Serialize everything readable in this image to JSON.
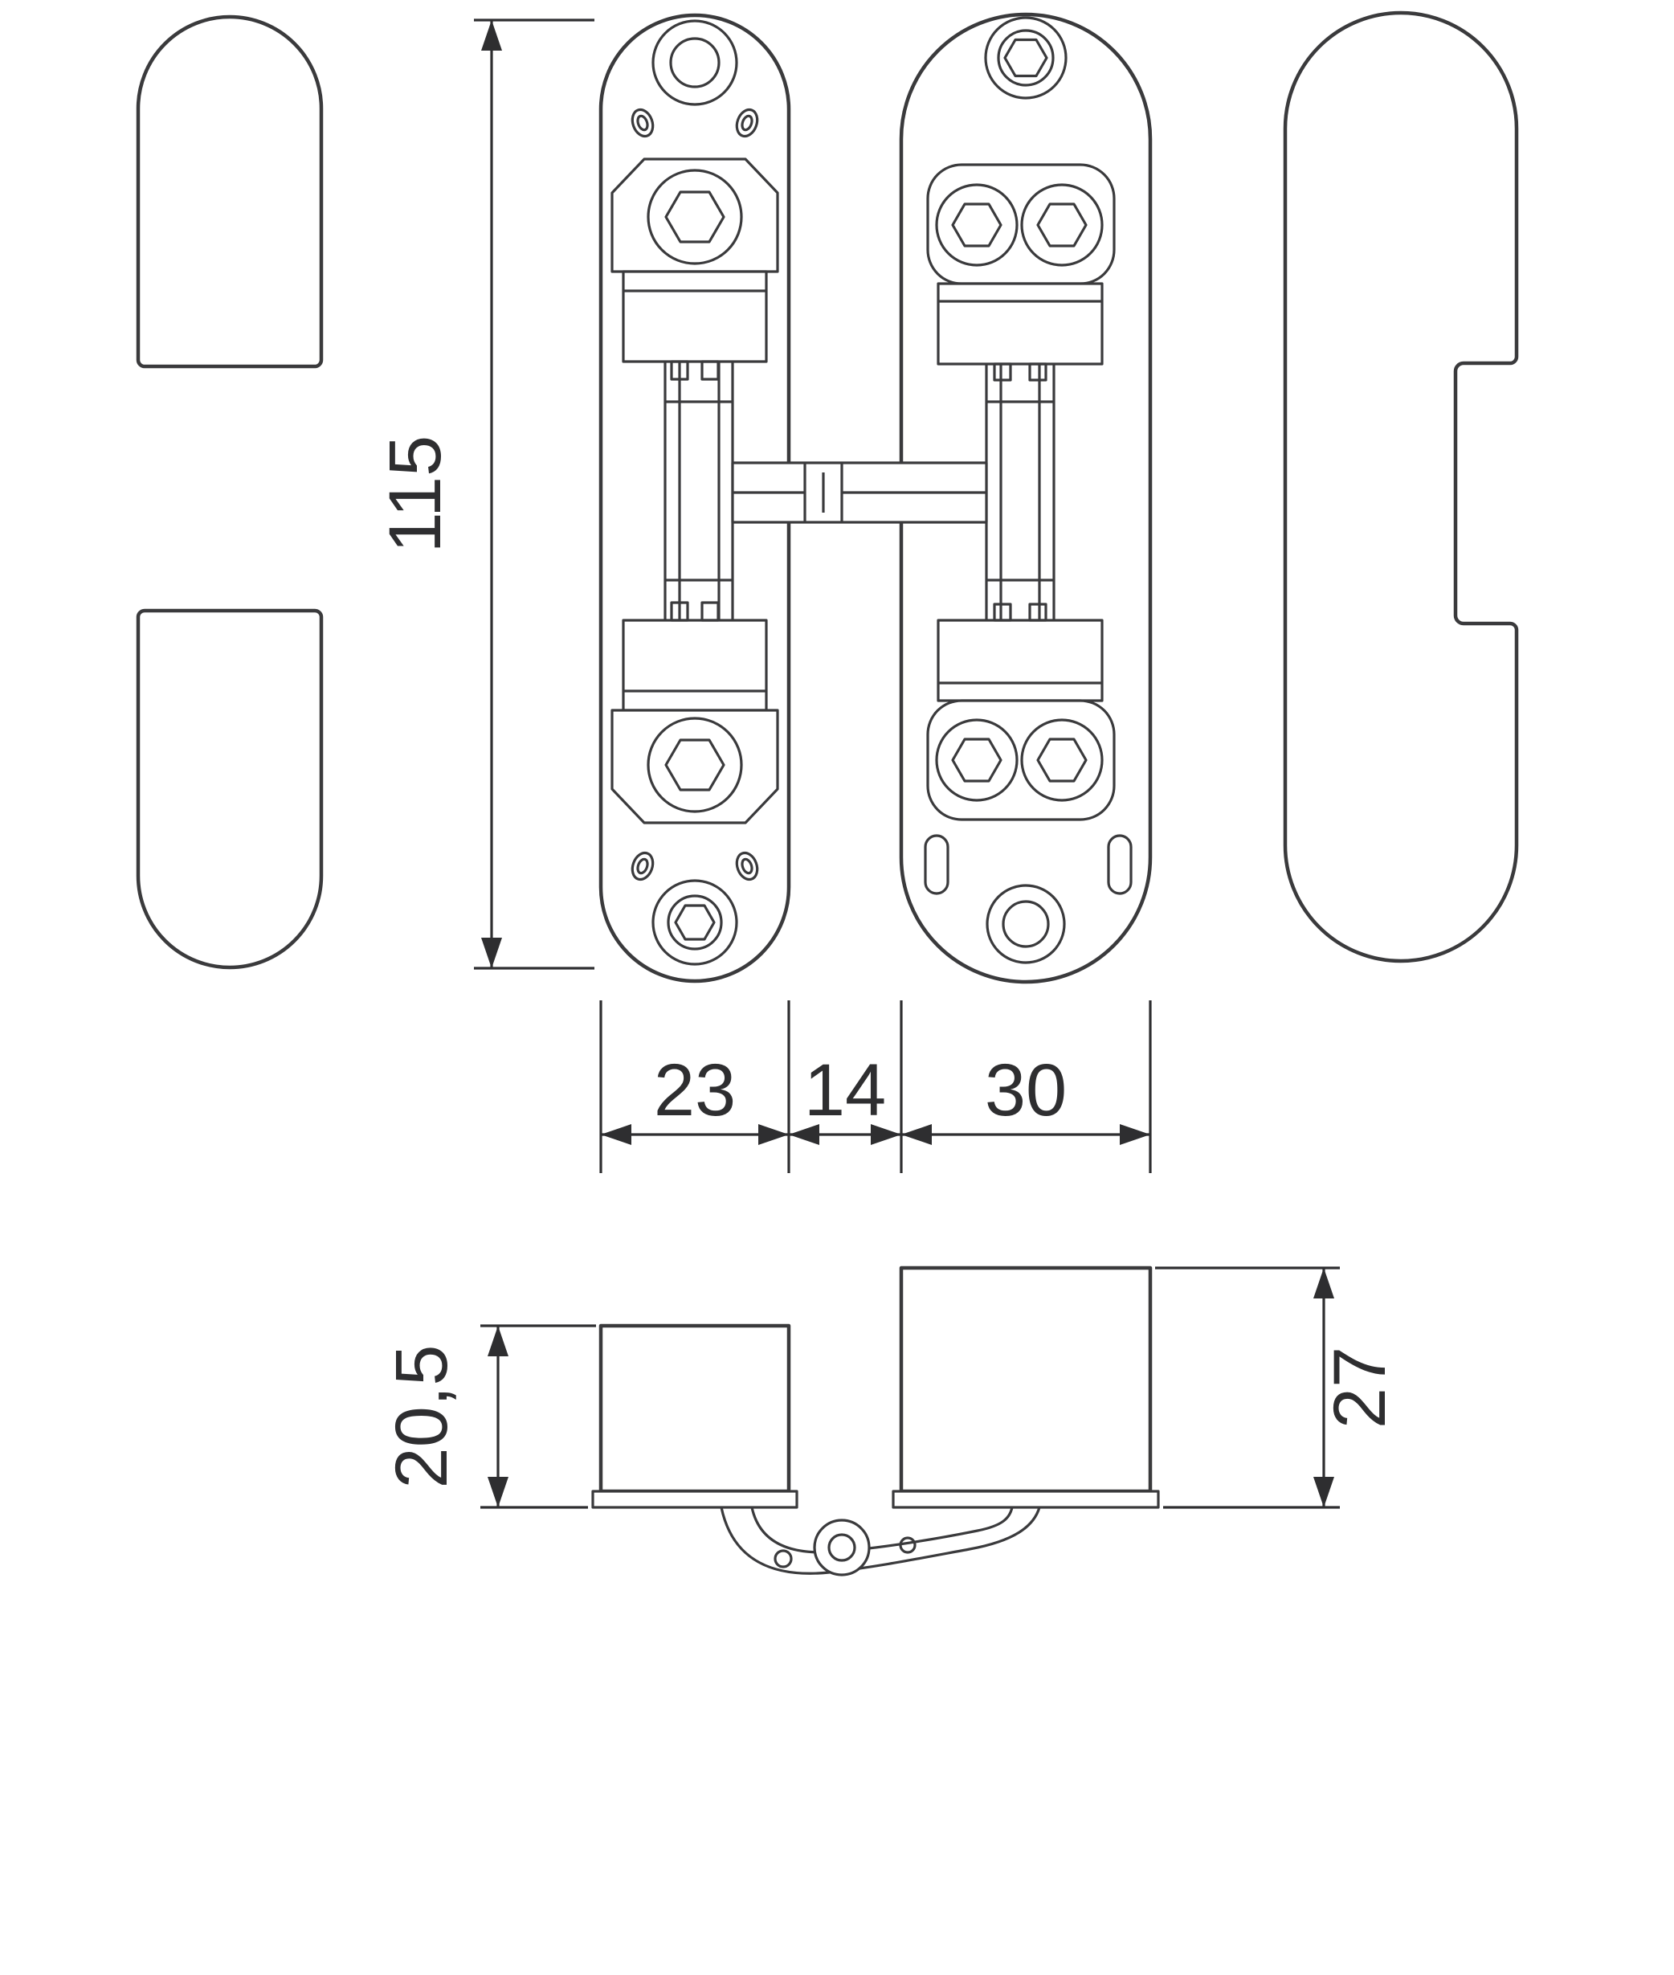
{
  "drawing": {
    "dims": {
      "overall_height": "115",
      "left_plate_width": "23",
      "center_gap": "14",
      "right_plate_width": "30",
      "left_cap_depth": "20,5",
      "right_cap_depth": "27"
    },
    "colors": {
      "line": "#3a3a3c",
      "text": "#2e2e30",
      "background": "#ffffff"
    }
  }
}
